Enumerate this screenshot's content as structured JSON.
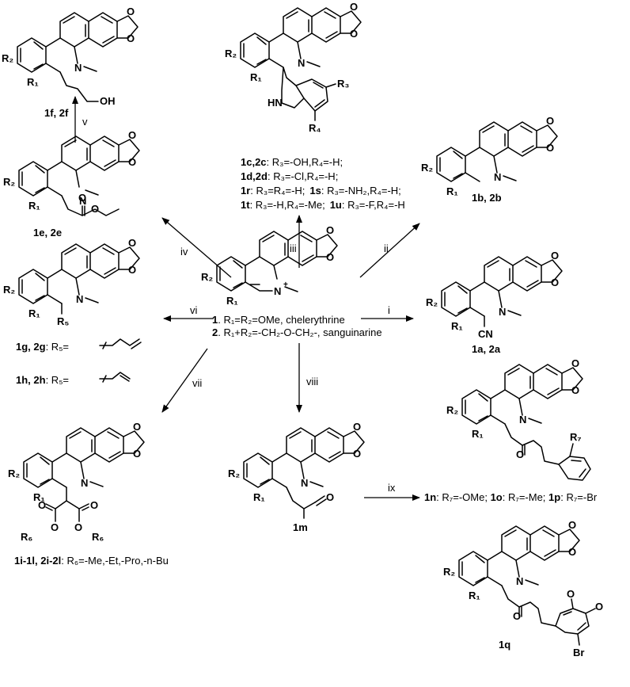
{
  "center": {
    "n_plus": "N",
    "plus": "+",
    "r1": "R",
    "r1_sub": "1",
    "r2": "R",
    "r2_sub": "2",
    "line1_num": "1",
    "line1_text": ". R₁=R₂=OMe, chelerythrine",
    "line2_num": "2",
    "line2_text": ". R₁+R₂=-CH₂-O-CH₂-, sanguinarine"
  },
  "steps": {
    "i": "i",
    "ii": "ii",
    "iii": "iii",
    "iv": "iv",
    "v": "v",
    "vi": "vi",
    "vii": "vii",
    "viii": "viii",
    "ix": "ix"
  },
  "compounds": {
    "c1f": {
      "label": "1f, 2f",
      "oh": "OH"
    },
    "c1c": {
      "nh": "HN",
      "r3": "R₃",
      "r4": "R₄",
      "line1_bold": "1c,2c",
      "line1": ": R₃=-OH,R₄=-H;",
      "line2_bold": "1d,2d",
      "line2": ": R₃=-Cl,R₄=-H;",
      "line3a_bold": "1r",
      "line3a": ": R₃=R₄=-H;",
      "line3b_bold": "1s",
      "line3b": ": R₃=-NH₂,R₄=-H;",
      "line4a_bold": "1t",
      "line4a": ": R₃=-H,R₄=-Me;",
      "line4b_bold": "1u",
      "line4b": ": R₃=-F,R₄=-H"
    },
    "c1e": {
      "label": "1e, 2e",
      "o1": "O",
      "o2": "O"
    },
    "c1b": {
      "label": "1b, 2b"
    },
    "c1g": {
      "label_bold": "1g, 2g",
      "label": ": R₅=",
      "r5": "R₅"
    },
    "c1h": {
      "label_bold": "1h, 2h",
      "label": ": R₅="
    },
    "c1a": {
      "label": "1a, 2a",
      "cn": "CN"
    },
    "c1i": {
      "label_bold": "1i-1l, 2i-2l",
      "label": ": R₆=-Me,-Et,-Pro,-n-Bu",
      "o": "O",
      "r6": "R₆"
    },
    "c1m": {
      "label": "1m",
      "o": "O"
    },
    "c1n": {
      "o": "O",
      "r7": "R₇",
      "line_a_bold": "1n",
      "line_a": ": R₇=-OMe; ",
      "line_b_bold": "1o",
      "line_b": ": R₇=-Me; ",
      "line_c_bold": "1p",
      "line_c": ": R₇=-Br"
    },
    "c1q": {
      "label": "1q",
      "o": "O",
      "br": "Br"
    }
  },
  "common": {
    "n": "N",
    "r1": "R₁",
    "r2": "R₂",
    "o": "O"
  }
}
